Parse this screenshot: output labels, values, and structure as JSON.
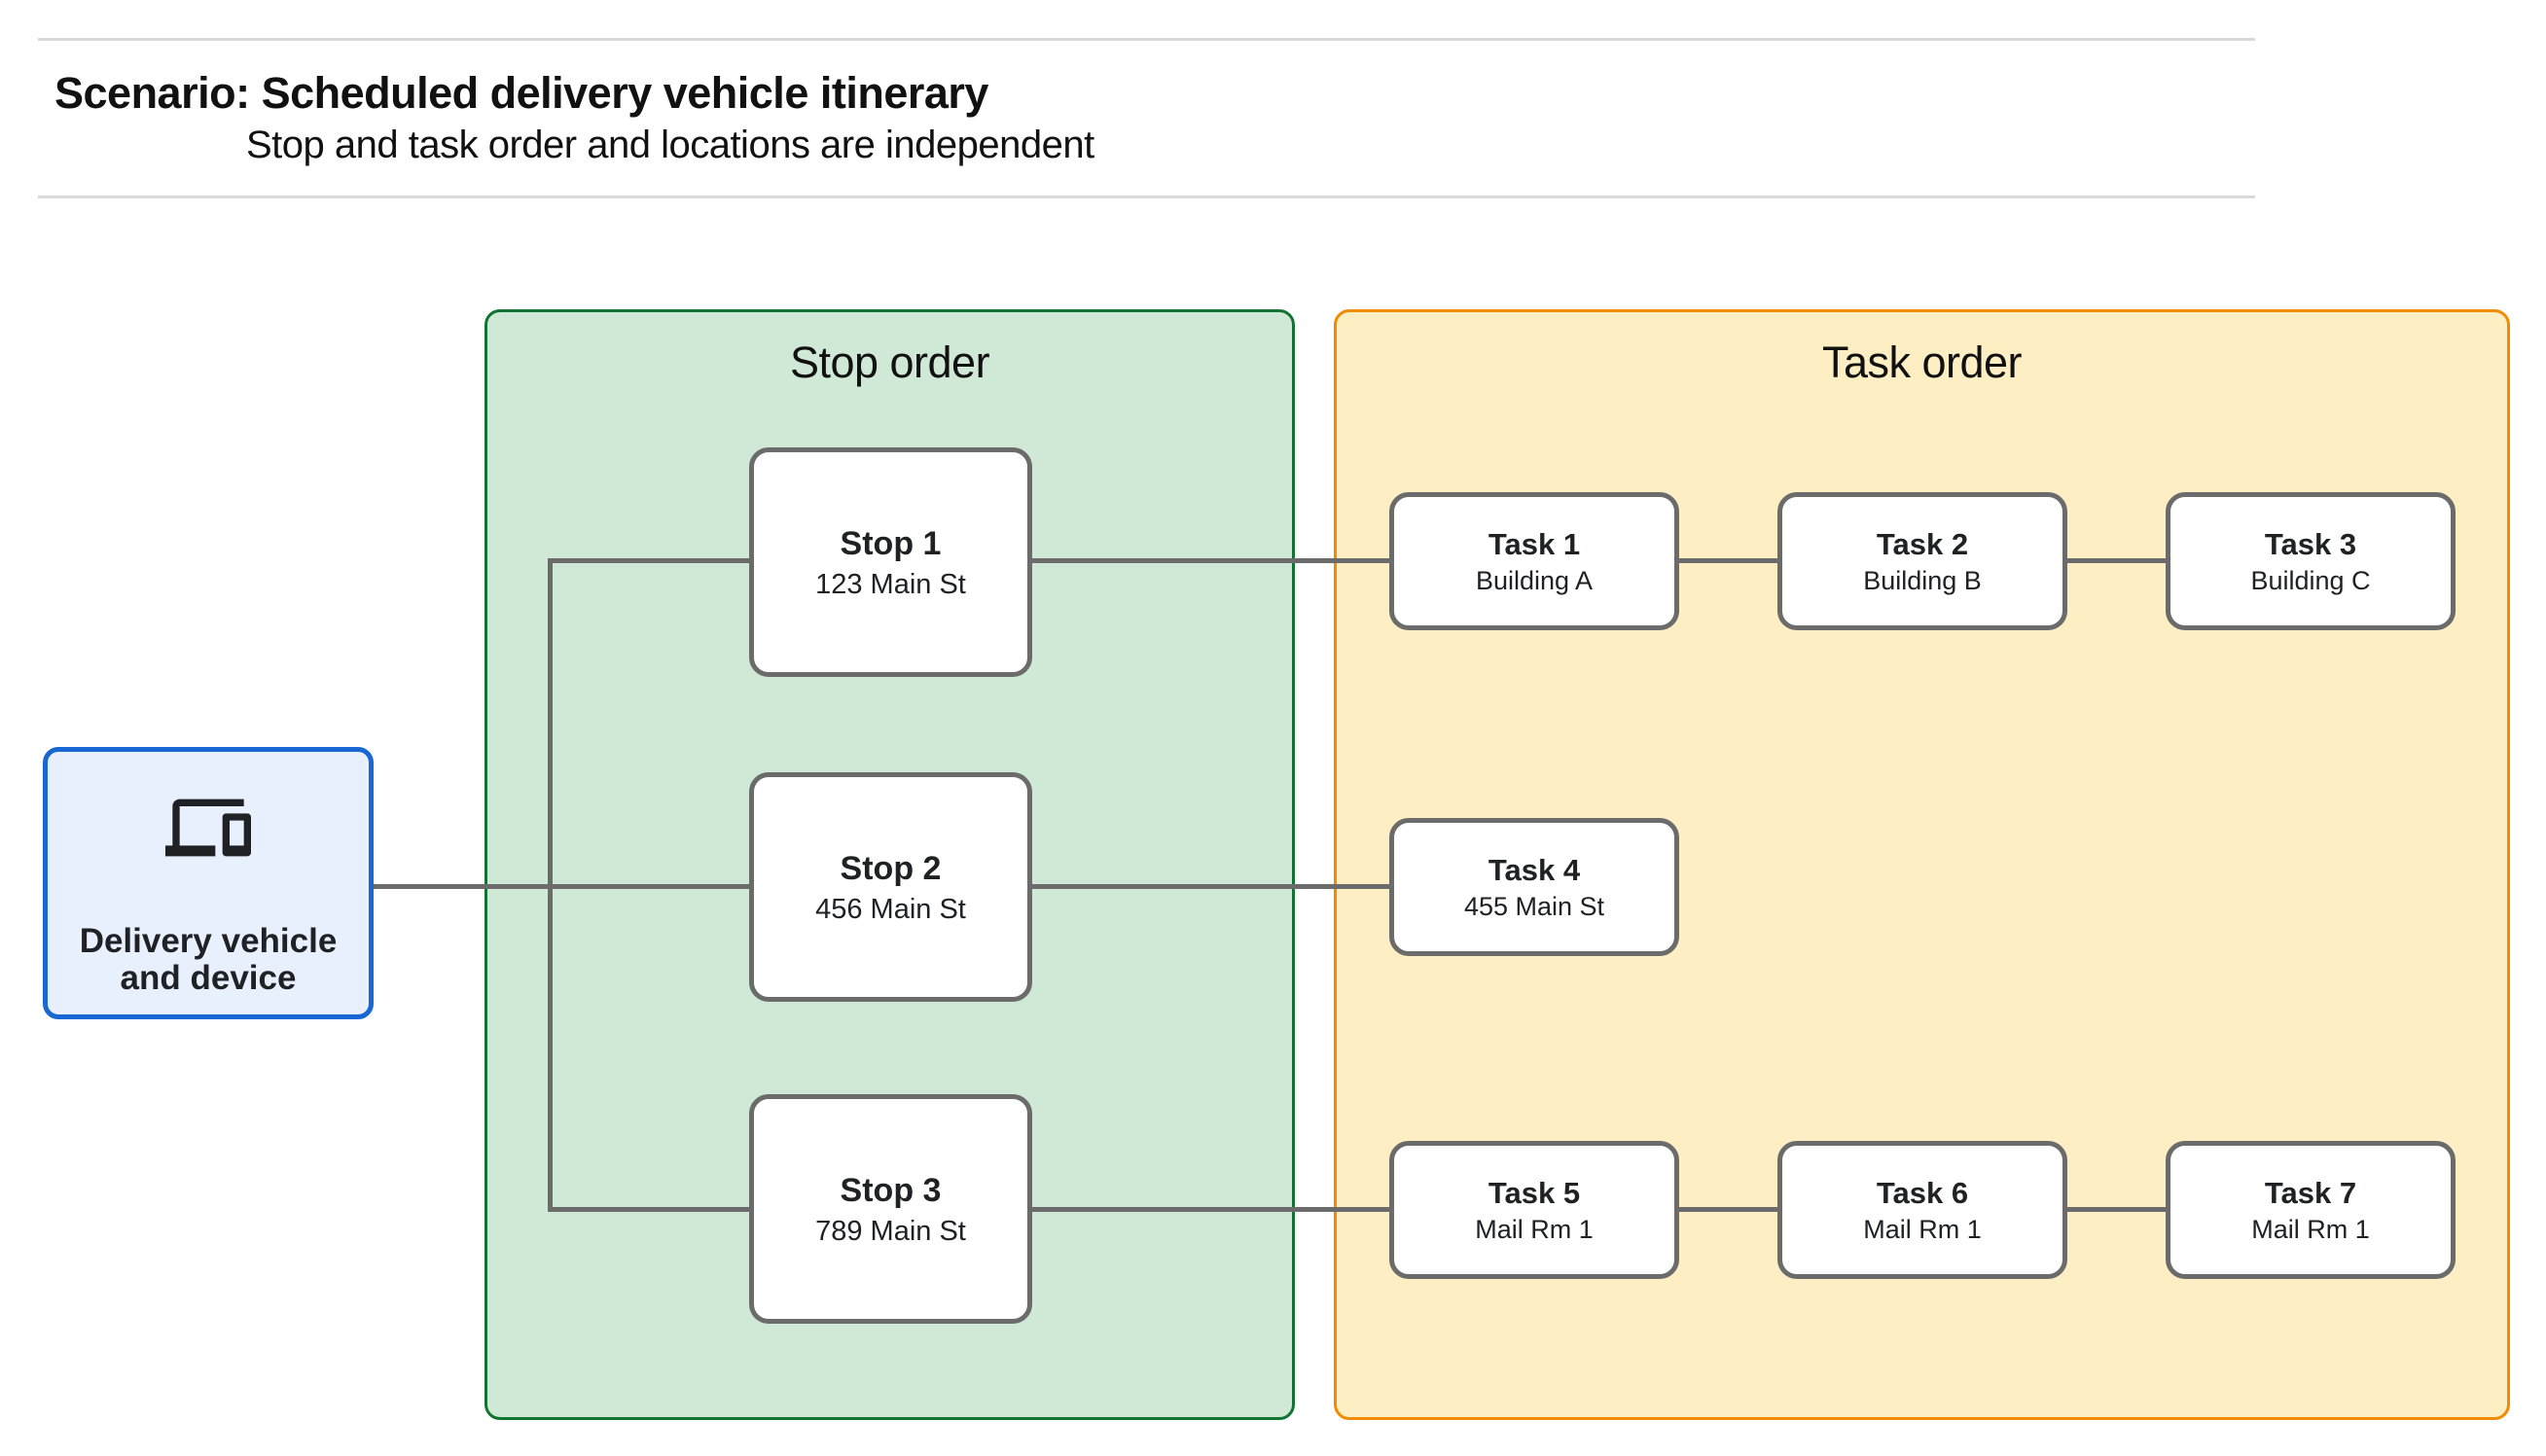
{
  "header": {
    "title": "Scenario: Scheduled delivery vehicle itinerary",
    "subtitle": "Stop and task order and locations are independent"
  },
  "vehicle": {
    "icon": "devices-icon",
    "lines": [
      "Delivery vehicle",
      "and device"
    ]
  },
  "panels": {
    "stop_order": {
      "label": "Stop order"
    },
    "task_order": {
      "label": "Task order"
    }
  },
  "stops": [
    {
      "title": "Stop 1",
      "subtitle": "123 Main St"
    },
    {
      "title": "Stop 2",
      "subtitle": "456 Main St"
    },
    {
      "title": "Stop 3",
      "subtitle": "789 Main St"
    }
  ],
  "tasks": [
    {
      "title": "Task 1",
      "subtitle": "Building A"
    },
    {
      "title": "Task 2",
      "subtitle": "Building B"
    },
    {
      "title": "Task 3",
      "subtitle": "Building C"
    },
    {
      "title": "Task 4",
      "subtitle": "455 Main St"
    },
    {
      "title": "Task 5",
      "subtitle": "Mail Rm 1"
    },
    {
      "title": "Task 6",
      "subtitle": "Mail Rm 1"
    },
    {
      "title": "Task 7",
      "subtitle": "Mail Rm 1"
    }
  ],
  "colors": {
    "stop_panel_fill": "#cfe9d6",
    "stop_panel_border": "#137333",
    "task_panel_fill": "#fdeec3",
    "task_panel_border": "#f18b00",
    "vehicle_fill": "#e8f0fe",
    "vehicle_border": "#1967d2",
    "node_border": "#6b6b6b",
    "connector": "#6b6b6b"
  }
}
